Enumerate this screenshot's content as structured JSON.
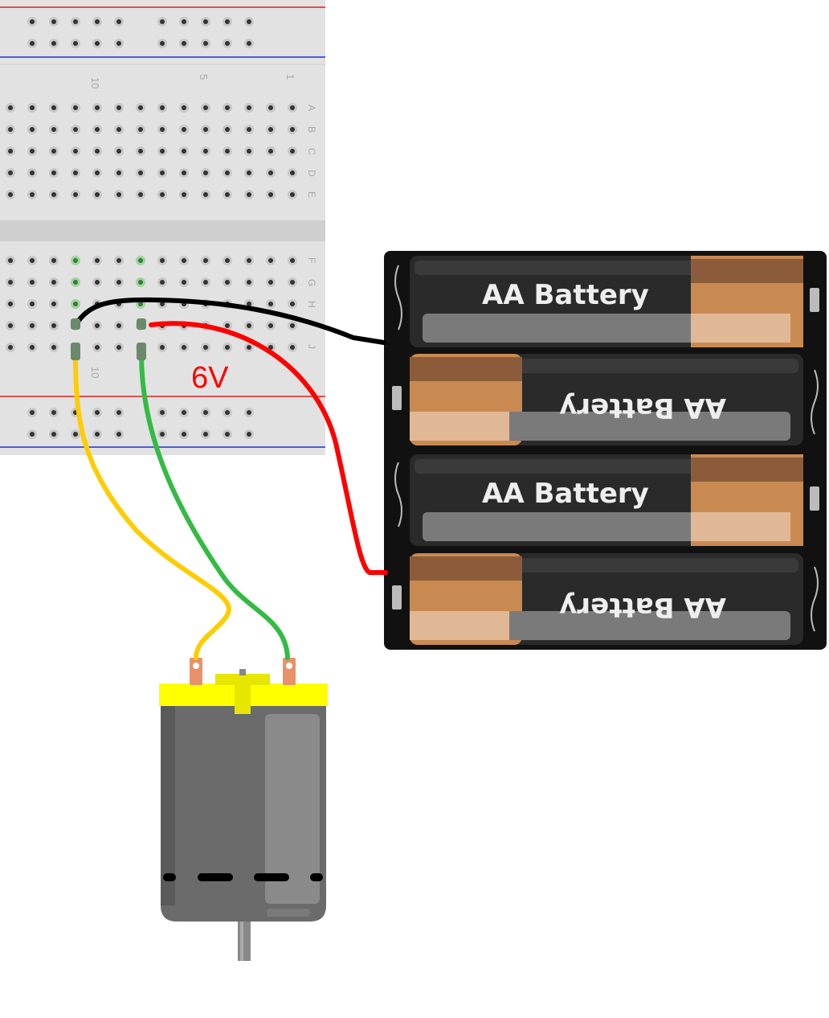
{
  "breadboard": {
    "column_numbers": [
      "10",
      "5",
      "1"
    ],
    "bottom_column_number": "10",
    "row_letters_top": [
      "A",
      "B",
      "C",
      "D",
      "E"
    ],
    "row_letters_bottom": [
      "F",
      "G",
      "H",
      "I",
      "J"
    ]
  },
  "voltage_label": "6V",
  "battery_pack": {
    "cells": [
      {
        "label": "AA Battery",
        "orientation": "normal"
      },
      {
        "label": "AA Battery",
        "orientation": "flipped"
      },
      {
        "label": "AA Battery",
        "orientation": "normal"
      },
      {
        "label": "AA Battery",
        "orientation": "flipped"
      }
    ]
  },
  "wires": {
    "black": "#000000",
    "red": "#ff0000",
    "yellow": "#ffcc00",
    "green": "#33bb44"
  },
  "motor": {
    "body_color": "#6b6b6b",
    "cap_color": "#ffff00",
    "terminal_color": "#e8926a"
  }
}
